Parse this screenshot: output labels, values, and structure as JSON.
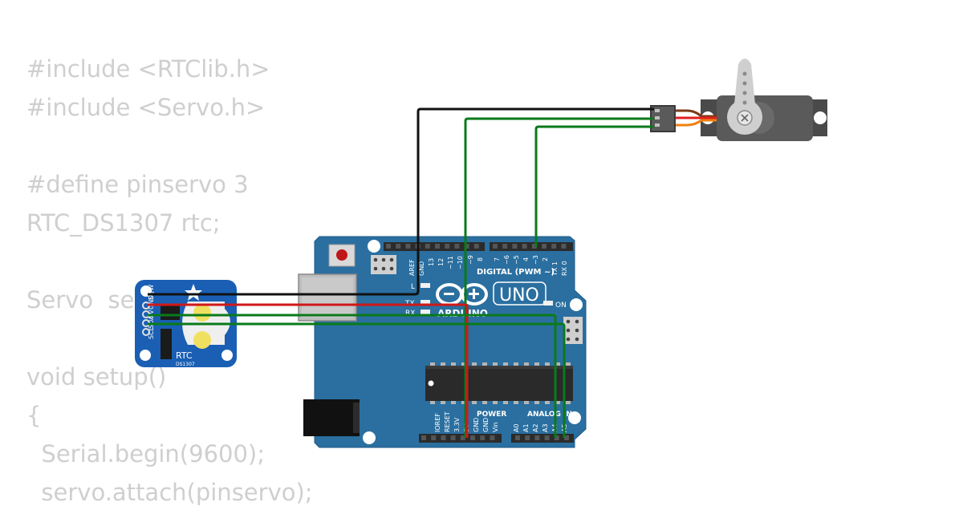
{
  "code_lines": [
    "#include <RTClib.h>",
    "#include <Servo.h>",
    "",
    "#define pinservo 3",
    "RTC_DS1307 rtc;",
    "",
    "Servo  servo;",
    "",
    "void setup()",
    "{",
    "  Serial.begin(9600);",
    "  servo.attach(pinservo);"
  ],
  "rtc_module": {
    "label": "RTC",
    "chip": "DS1307",
    "pins": [
      "GND",
      "5V",
      "SDA",
      "SCL",
      "SQW"
    ]
  },
  "arduino": {
    "logo_text": "ARDUINO",
    "model": "UNO",
    "on_label": "ON",
    "led_labels": [
      "L",
      "TX",
      "RX"
    ],
    "digital_header_label": "DIGITAL (PWM ~)",
    "digital_pins_left": [
      "AREF",
      "GND",
      "13",
      "12",
      "~11",
      "~10",
      "~9",
      "8"
    ],
    "digital_pins_right": [
      "7",
      "~6",
      "~5",
      "4",
      "~3",
      "2",
      "TX 1",
      "RX 0"
    ],
    "power_label": "POWER",
    "power_pins": [
      "IOREF",
      "RESET",
      "3.3V",
      "5V",
      "GND",
      "GND",
      "Vin"
    ],
    "analog_label": "ANALOG IN",
    "analog_pins": [
      "A0",
      "A1",
      "A2",
      "A3",
      "A4",
      "A5"
    ]
  },
  "colors": {
    "board": "#2a6fa0",
    "rtc_board": "#1a5fb4",
    "wire_gnd": "#111111",
    "wire_5v": "#d01818",
    "wire_signal": "#0a7a1a",
    "code_text": "#cfcfcf",
    "servo_body": "#5a5a5a"
  }
}
